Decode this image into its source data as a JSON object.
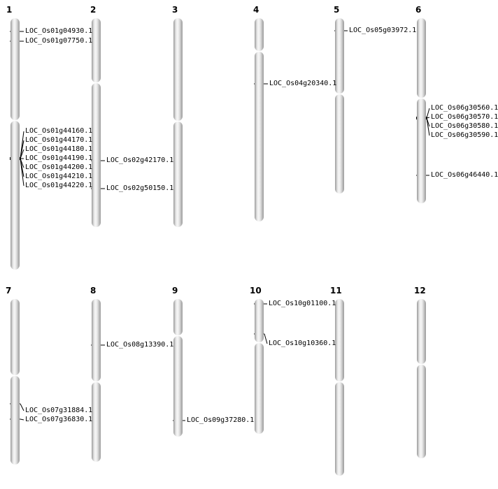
{
  "figure": {
    "background": "#ffffff",
    "chromosome_color": "#e6e6e6",
    "marker_color": "#000000"
  },
  "chromosomes": [
    {
      "number": "1",
      "genes": [
        "LOC_Os01g04930.1",
        "LOC_Os01g07750.1",
        "LOC_Os01g44160.1",
        "LOC_Os01g44170.1",
        "LOC_Os01g44180.1",
        "LOC_Os01g44190.1",
        "LOC_Os01g44200.1",
        "LOC_Os01g44210.1",
        "LOC_Os01g44220.1"
      ]
    },
    {
      "number": "2",
      "genes": [
        "LOC_Os02g42170.1",
        "LOC_Os02g50150.1"
      ]
    },
    {
      "number": "3",
      "genes": []
    },
    {
      "number": "4",
      "genes": [
        "LOC_Os04g20340.1"
      ]
    },
    {
      "number": "5",
      "genes": [
        "LOC_Os05g03972.1"
      ]
    },
    {
      "number": "6",
      "genes": [
        "LOC_Os06g30560.1",
        "LOC_Os06g30570.1",
        "LOC_Os06g30580.1",
        "LOC_Os06g30590.1",
        "LOC_Os06g46440.1"
      ]
    },
    {
      "number": "7",
      "genes": [
        "LOC_Os07g31884.1",
        "LOC_Os07g36830.1"
      ]
    },
    {
      "number": "8",
      "genes": [
        "LOC_Os08g13390.1"
      ]
    },
    {
      "number": "9",
      "genes": [
        "LOC_Os09g37280.1"
      ]
    },
    {
      "number": "10",
      "genes": [
        "LOC_Os10g01100.1",
        "LOC_Os10g10360.1"
      ]
    },
    {
      "number": "11",
      "genes": []
    },
    {
      "number": "12",
      "genes": []
    }
  ]
}
